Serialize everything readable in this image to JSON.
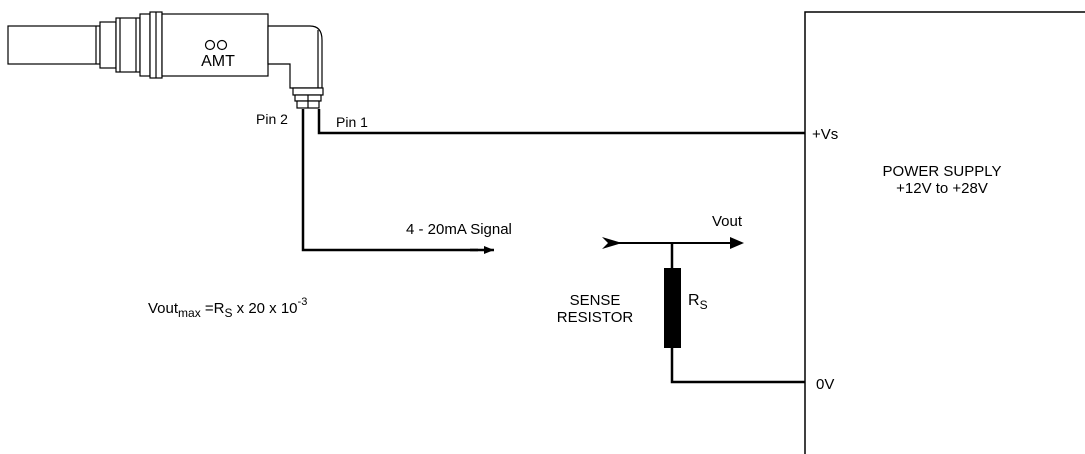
{
  "diagram": {
    "transducer": {
      "label": "AMT"
    },
    "pins": {
      "pin2": "Pin 2",
      "pin1": "Pin 1"
    },
    "signal": {
      "label": "4 - 20mA Signal"
    },
    "output": {
      "label": "Vout"
    },
    "power_supply": {
      "title_line1": "POWER SUPPLY",
      "title_line2": "+12V to +28V",
      "plus_terminal": "+Vs",
      "zero_terminal": "0V"
    },
    "sense_resistor": {
      "line1": "SENSE",
      "line2": "RESISTOR",
      "symbol_main": "R",
      "symbol_sub": "S"
    },
    "formula": {
      "prefix": "Vout",
      "prefix_sub": "max",
      "middle": " =R",
      "middle_sub": "S",
      "rest": " x 20 x 10",
      "exponent": "-3"
    }
  }
}
